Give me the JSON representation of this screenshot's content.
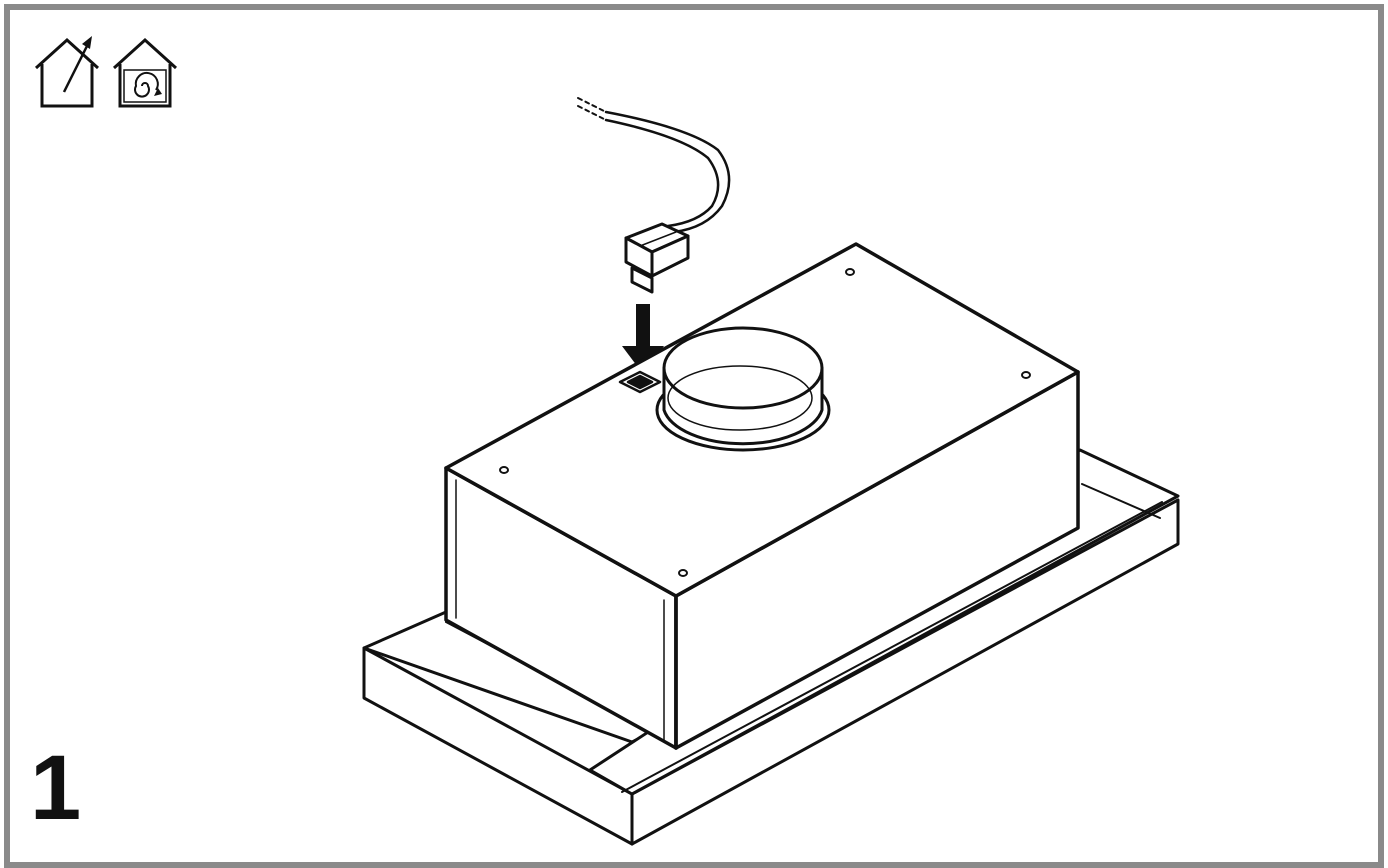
{
  "step": {
    "number": "1"
  },
  "icons": {
    "extraction": "house-extraction-mode-icon",
    "recirculation": "house-recirculation-mode-icon"
  },
  "illustration": {
    "subject": "cooker-hood-power-cable-connection",
    "arrow_direction": "down"
  },
  "colors": {
    "frame": "#8a8a8a",
    "line": "#111111",
    "background": "#ffffff"
  }
}
